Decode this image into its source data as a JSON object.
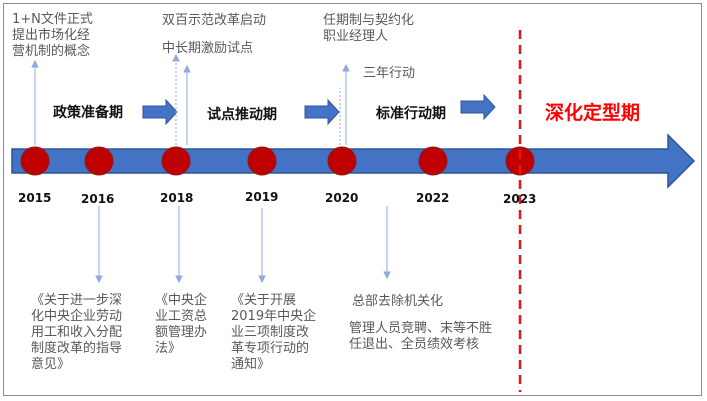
{
  "timeline": {
    "years": [
      "2015",
      "2016",
      "2018",
      "2019",
      "2020",
      "2022",
      "2023"
    ],
    "phases": [
      "政策准备期",
      "试点推动期",
      "标准行动期"
    ],
    "final_phase": "深化定型期"
  },
  "events_above": {
    "e2015": "1+N文件正式\n提出市场化经\n营机制的概念",
    "e2018_a": "双百示范改革启动",
    "e2018_b": "中长期激励试点",
    "e2020_a": "任期制与契约化\n职业经理人",
    "e2020_b": "三年行动"
  },
  "events_below": {
    "e2016": "《关于进一步深\n化中央企业劳动\n用工和收入分配\n制度改革的指导\n意见》",
    "e2018": "《中央企\n业工资总\n额管理办\n法》",
    "e2019": "《关于开展\n2019年中央企\n业三项制度改\n革专项行动的\n通知》",
    "e2022_a": "总部去除机关化",
    "e2022_b": "管理人员竞聘、末等不胜\n任退出、全员绩效考核"
  },
  "colors": {
    "timeline_fill": "#4472c4",
    "timeline_stroke": "#2f5597",
    "milestone_fill": "#c00000",
    "deadline": "#e8141b",
    "connector": "#8faadc"
  }
}
